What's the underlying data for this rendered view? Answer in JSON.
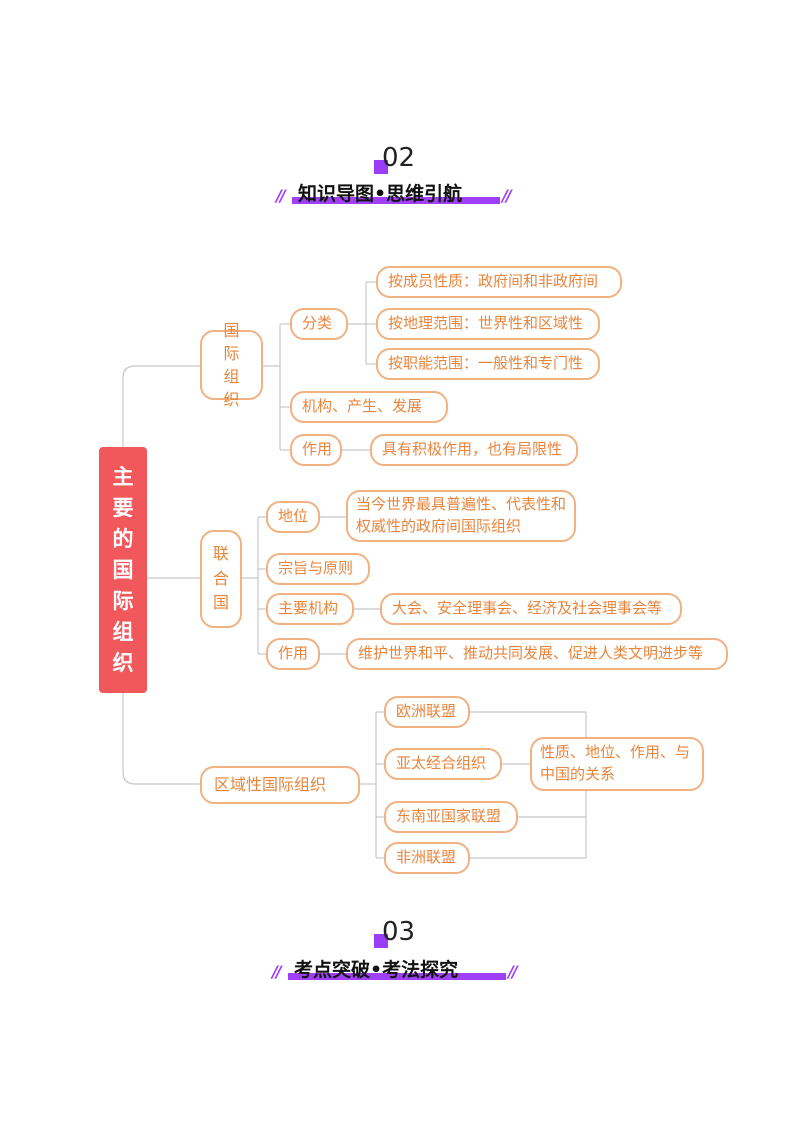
{
  "section_02": {
    "number": "02",
    "title": "知识导图•思维引航"
  },
  "section_03": {
    "number": "03",
    "title": "考点突破•考法探究"
  },
  "mindmap": {
    "root": "主要的国际组织",
    "intl_org": {
      "label": "国际组织",
      "classify": {
        "label": "分类",
        "items": [
          "按成员性质：政府间和非政府间",
          "按地理范围：世界性和区域性",
          "按职能范围：一般性和专门性"
        ]
      },
      "structure": "机构、产生、发展",
      "role": {
        "label": "作用",
        "desc": "具有积极作用，也有局限性"
      }
    },
    "un": {
      "label": "联合国",
      "status": {
        "label": "地位",
        "desc": "当今世界最具普遍性、代表性和权威性的政府间国际组织"
      },
      "principles": "宗旨与原则",
      "organs": {
        "label": "主要机构",
        "desc": "大会、安全理事会、经济及社会理事会等"
      },
      "role": {
        "label": "作用",
        "desc": "维护世界和平、推动共同发展、促进人类文明进步等"
      }
    },
    "regional": {
      "label": "区域性国际组织",
      "items": [
        "欧洲联盟",
        "亚太经合组织",
        "东南亚国家联盟",
        "非洲联盟"
      ],
      "summary": "性质、地位、作用、与中国的关系"
    }
  },
  "colors": {
    "accent": "#a040f5",
    "node_border": "#f0b183",
    "node_text": "#e8853d",
    "root_bg": "#f0585c",
    "line": "#c8c8c8"
  }
}
